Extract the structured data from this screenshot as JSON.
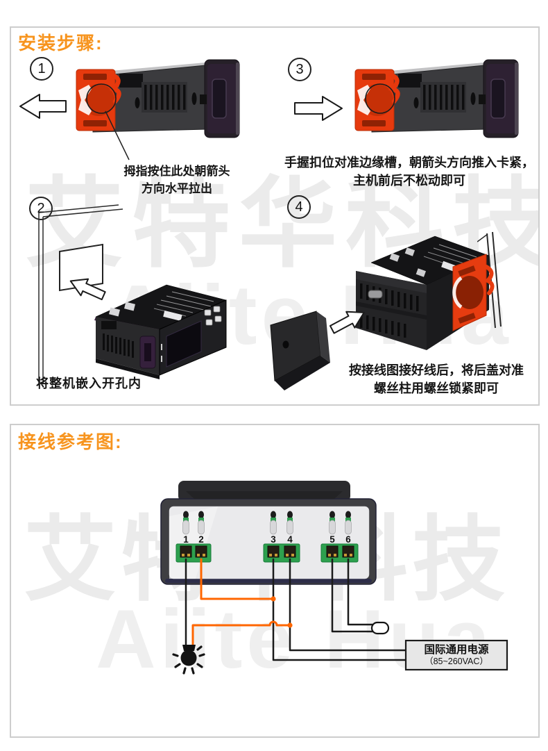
{
  "install": {
    "title": "安装步骤:",
    "watermark_cn": "艾特华科技",
    "watermark_en": "Aiite Hua",
    "steps": [
      {
        "num": "1",
        "caption_line1": "拇指按住此处朝箭头",
        "caption_line2": "方向水平拉出"
      },
      {
        "num": "2",
        "caption_line1": "将整机嵌入开孔内"
      },
      {
        "num": "3",
        "caption_line1": "手握扣位对准边缘槽，朝箭头方向推入卡紧，",
        "caption_line2": "主机前后不松动即可"
      },
      {
        "num": "4",
        "caption_line1": "按接线图接好线后，将后盖对准",
        "caption_line2": "螺丝柱用螺丝锁紧即可"
      }
    ]
  },
  "wiring": {
    "title": "接线参考图:",
    "watermark_cn": "艾特华科技",
    "watermark_en": "Aiite Hua",
    "terminals": [
      "1",
      "2",
      "3",
      "4",
      "5",
      "6"
    ],
    "power_box": {
      "line1": "国际通用电源",
      "line2": "（85~260VAC）"
    }
  },
  "colors": {
    "accent_orange": "#F7941E",
    "wire_orange": "#FF6600",
    "clip_red": "#E6390E",
    "terminal_green": "#2DA04E"
  }
}
